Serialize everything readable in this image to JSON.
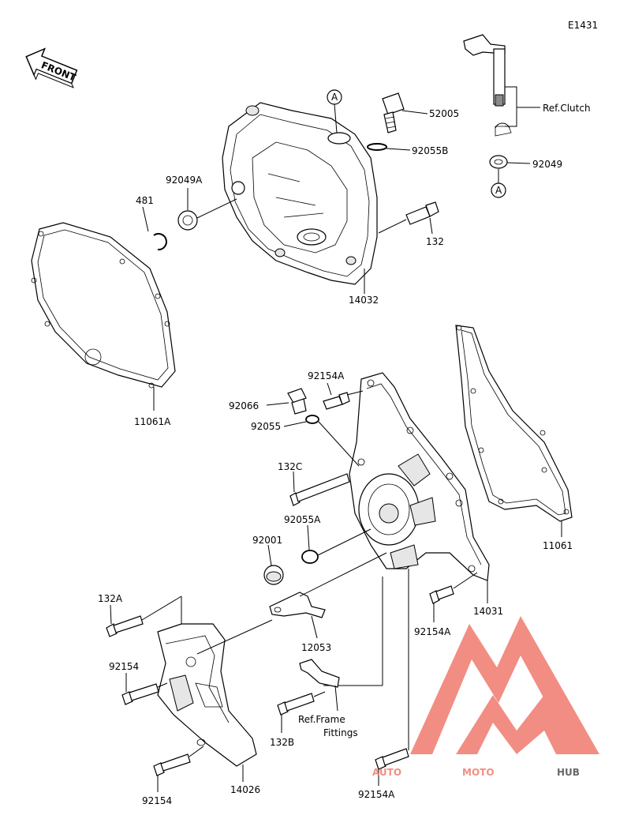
{
  "diagram_id": "E1431",
  "front_label": "FRONT",
  "ref_a": "A",
  "labels": {
    "p52005": "52005",
    "p92055B": "92055B",
    "p92049A": "92049A",
    "p481": "481",
    "p132": "132",
    "p14032": "14032",
    "p11061A": "11061A",
    "p92049": "92049",
    "ref_clutch": "Ref.Clutch",
    "p92154A_top": "92154A",
    "p92066": "92066",
    "p92055": "92055",
    "p132C": "132C",
    "p92055A": "92055A",
    "p92001": "92001",
    "p11061": "11061",
    "p132A": "132A",
    "p12053": "12053",
    "p14031": "14031",
    "p92154A_mid": "92154A",
    "p92154_mid": "92154",
    "ref_frame_1": "Ref.Frame",
    "ref_frame_2": "Fittings",
    "p132B": "132B",
    "p92154_bot": "92154",
    "p14026": "14026",
    "p92154A_bot": "92154A"
  },
  "watermark": {
    "brand_prefix": "AUTO",
    "brand_middle": "MOTO",
    "brand_suffix": "HUB",
    "accent_color": "#f07a6e",
    "dark_color": "#4d4d4d"
  }
}
